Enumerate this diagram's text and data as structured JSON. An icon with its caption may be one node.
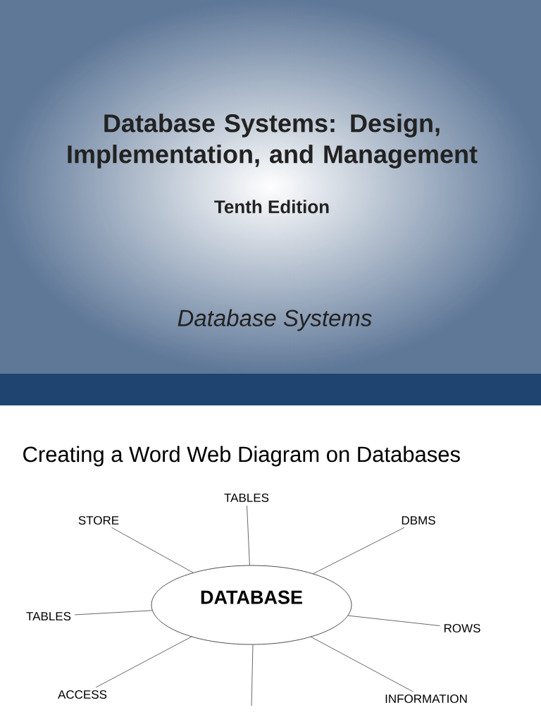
{
  "diagram": {
    "title": "Creating a Word Web Diagram on Databases",
    "nodes": [
      {
        "text": [
          "DATABASE"
        ]
      },
      {
        "text": [
          "TABLES"
        ]
      },
      {
        "text": [
          "STORE"
        ]
      },
      {
        "text": [
          "DBMS"
        ]
      },
      {
        "text": [
          "TABLES"
        ]
      },
      {
        "text": [
          "ROWS"
        ]
      },
      {
        "text": [
          "ACCESS"
        ]
      },
      {
        "text": [
          "INFORMATION"
        ]
      }
    ],
    "edges": [
      {
        "from": 0,
        "to": 2,
        "arrow": "none"
      },
      {
        "from": 0,
        "to": 1,
        "arrow": "none"
      },
      {
        "from": 0,
        "to": 3,
        "arrow": "none"
      },
      {
        "from": 0,
        "to": 4,
        "arrow": "none"
      },
      {
        "from": 0,
        "to": 5,
        "arrow": "none"
      },
      {
        "from": 0,
        "to": 6,
        "arrow": "none"
      },
      {
        "from": 0,
        "to": 7,
        "arrow": "none"
      },
      {
        "from": 0,
        "to": null,
        "arrow": "none"
      }
    ],
    "labels": [
      "Database Systems: Design, Implementation, and Management",
      "Tenth Edition",
      "Database Systems"
    ]
  }
}
